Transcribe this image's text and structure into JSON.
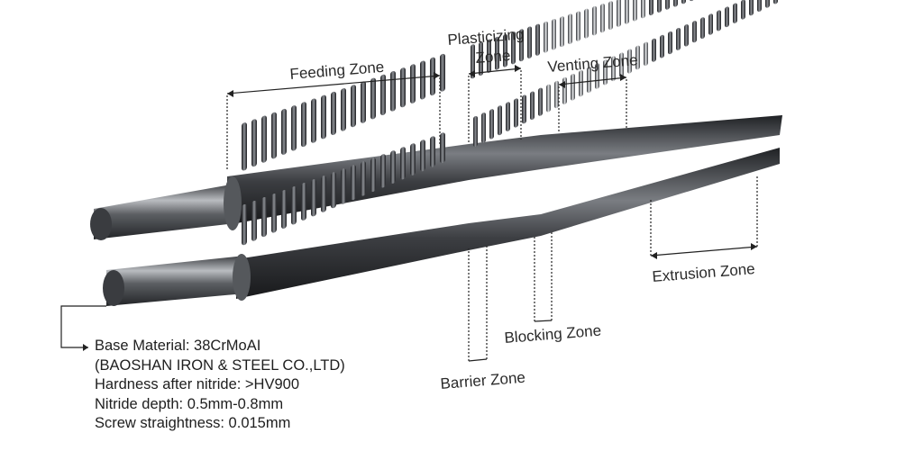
{
  "zones": {
    "feeding": "Feeding Zone",
    "plasticizing_line1": "Plasticizing",
    "plasticizing_line2": "Zone",
    "venting": "Venting Zone",
    "extrusion": "Extrusion Zone",
    "blocking": "Blocking Zone",
    "barrier": "Barrier Zone"
  },
  "specs": [
    "Base Material: 38CrMoAI",
    "(BAOSHAN IRON & STEEL CO.,LTD)",
    "Hardness after nitride: >HV900",
    "Nitride depth: 0.5mm-0.8mm",
    "Screw straightness: 0.015mm"
  ],
  "colors": {
    "steel_dark": "#2b2d30",
    "steel_mid": "#6b6e72",
    "steel_light": "#c9cbcd",
    "line": "#222222"
  }
}
